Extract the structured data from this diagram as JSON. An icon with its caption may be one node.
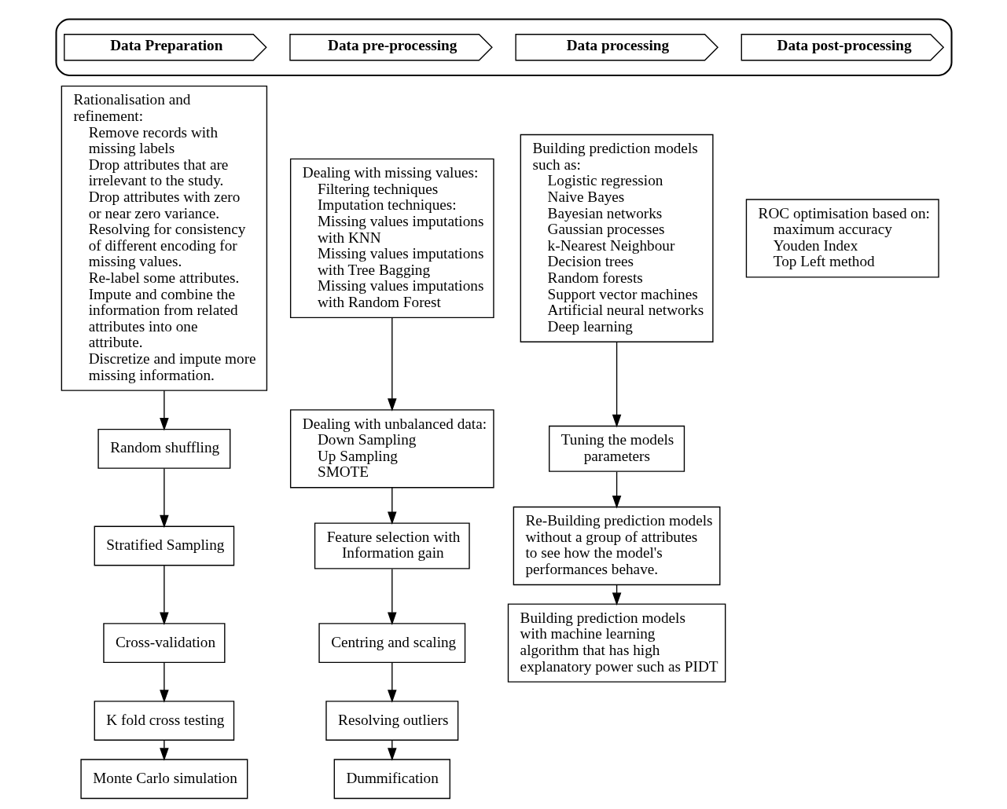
{
  "diagram": {
    "nodes": [
      {
        "text": [],
        "shape": "box"
      },
      {
        "text": [
          "Data Preparation"
        ],
        "in": 0
      },
      {
        "text": [
          "Data pre-processing"
        ],
        "in": 0
      },
      {
        "text": [
          "Data processing"
        ],
        "in": 0
      },
      {
        "text": [
          "Data post-processing"
        ],
        "in": 0
      },
      {
        "text": [
          "Rationalisation and refinement:",
          "Remove records with missing labels",
          "Drop attributes that are irrelevant to the study.",
          "Drop attributes with zero or near zero variance.",
          "Resolving for consistency of different encoding for missing values.",
          "Re-label some attributes.",
          "Impute and combine the information from related attributes into one attribute.",
          "Discretize and impute more missing information."
        ]
      },
      {
        "text": [
          "Random shuffling"
        ]
      },
      {
        "text": [
          "Stratified Sampling"
        ]
      },
      {
        "text": [
          "Cross-validation"
        ]
      },
      {
        "text": [
          "K fold cross testing"
        ]
      },
      {
        "text": [
          "Monte Carlo simulation"
        ]
      },
      {
        "text": [
          "Dealing with missing values:",
          "Filtering techniques",
          "Imputation techniques:",
          "Missing values imputations with KNN",
          "Missing values imputations with Tree Bagging",
          "Missing values imputations with Random Forest"
        ]
      },
      {
        "text": [
          "Dealing with unbalanced data:",
          "Down Sampling",
          "Up Sampling",
          "SMOTE"
        ]
      },
      {
        "text": [
          "Feature selection with Information gain"
        ]
      },
      {
        "text": [
          "Centring and scaling"
        ]
      },
      {
        "text": [
          "Resolving outliers"
        ]
      },
      {
        "text": [
          "Dummification"
        ]
      },
      {
        "text": [
          "Building prediction models such as:",
          "Logistic regression",
          "Naive Bayes",
          "Bayesian networks",
          "Gaussian processes",
          "k-Nearest Neighbour",
          "Decision trees",
          "Random forests",
          "Support vector machines",
          "Artificial neural networks",
          "Deep learning"
        ]
      },
      {
        "text": [
          "Tuning the models parameters"
        ]
      },
      {
        "text": [
          "Re-Building prediction models without a group of attributes to see how the model's performances behave."
        ]
      },
      {
        "text": [
          "Building prediction models with machine learning algorithm that has high explanatory power such as PIDT"
        ]
      },
      {
        "text": [
          "ROC optimisation based on:",
          "maximum accuracy",
          "Youden Index",
          "Top Left method"
        ]
      }
    ],
    "edges": [
      {
        "from": 5,
        "to": 6,
        "arrow": "to"
      },
      {
        "from": 6,
        "to": 7,
        "arrow": "to"
      },
      {
        "from": 7,
        "to": 8,
        "arrow": "to"
      },
      {
        "from": 8,
        "to": 9,
        "arrow": "to"
      },
      {
        "from": 9,
        "to": 10,
        "arrow": "to"
      },
      {
        "from": 11,
        "to": 12,
        "arrow": "to"
      },
      {
        "from": 12,
        "to": 13,
        "arrow": "to"
      },
      {
        "from": 13,
        "to": 14,
        "arrow": "to"
      },
      {
        "from": 14,
        "to": 15,
        "arrow": "to"
      },
      {
        "from": 15,
        "to": 16,
        "arrow": "to"
      },
      {
        "from": 17,
        "to": 18,
        "arrow": "to"
      },
      {
        "from": 18,
        "to": 19,
        "arrow": "to"
      },
      {
        "from": 19,
        "to": 20,
        "arrow": "to"
      }
    ]
  }
}
